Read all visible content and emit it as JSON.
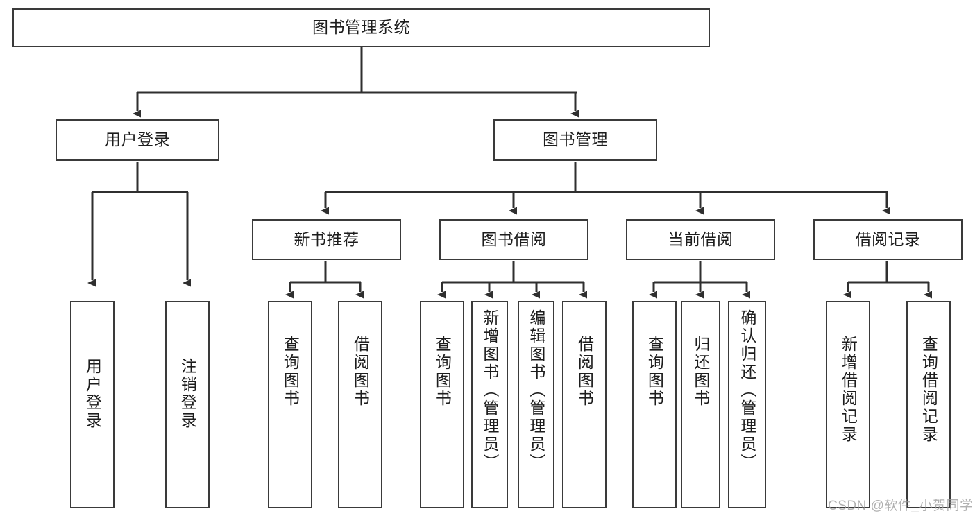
{
  "diagram": {
    "title": "图书管理系统",
    "watermark": "CSDN @软件_小贺同学",
    "colors": {
      "border": "#3a3a3a",
      "text": "#1d1d1d",
      "background": "#ffffff",
      "edge": "#2f2f2f",
      "watermark": "#9a9a9a"
    },
    "nodes": {
      "root": {
        "label": "图书管理系统"
      },
      "level2": [
        {
          "id": "user-login",
          "label": "用户登录"
        },
        {
          "id": "book-manage",
          "label": "图书管理"
        }
      ],
      "level3": [
        {
          "id": "new-book-recommend",
          "label": "新书推荐"
        },
        {
          "id": "book-borrow",
          "label": "图书借阅"
        },
        {
          "id": "current-borrow",
          "label": "当前借阅"
        },
        {
          "id": "borrow-record",
          "label": "借阅记录"
        }
      ],
      "leaves": {
        "user_login": [
          {
            "id": "leaf-user-login",
            "label": "用户登录"
          },
          {
            "id": "leaf-logout-login",
            "label": "注销登录"
          }
        ],
        "new_book_recommend": [
          {
            "id": "leaf-query-book-1",
            "label": "查询图书"
          },
          {
            "id": "leaf-borrow-book-1",
            "label": "借阅图书"
          }
        ],
        "book_borrow": [
          {
            "id": "leaf-query-book-2",
            "label": "查询图书"
          },
          {
            "id": "leaf-add-book-admin",
            "label": "新增图书（管理员）"
          },
          {
            "id": "leaf-edit-book-admin",
            "label": "编辑图书（管理员）"
          },
          {
            "id": "leaf-borrow-book-2",
            "label": "借阅图书"
          }
        ],
        "current_borrow": [
          {
            "id": "leaf-query-book-3",
            "label": "查询图书"
          },
          {
            "id": "leaf-return-book",
            "label": "归还图书"
          },
          {
            "id": "leaf-confirm-return-admin",
            "label": "确认归还（管理员）"
          }
        ],
        "borrow_record": [
          {
            "id": "leaf-add-borrow-record",
            "label": "新增借阅记录"
          },
          {
            "id": "leaf-query-borrow-record",
            "label": "查询借阅记录"
          }
        ]
      }
    }
  }
}
